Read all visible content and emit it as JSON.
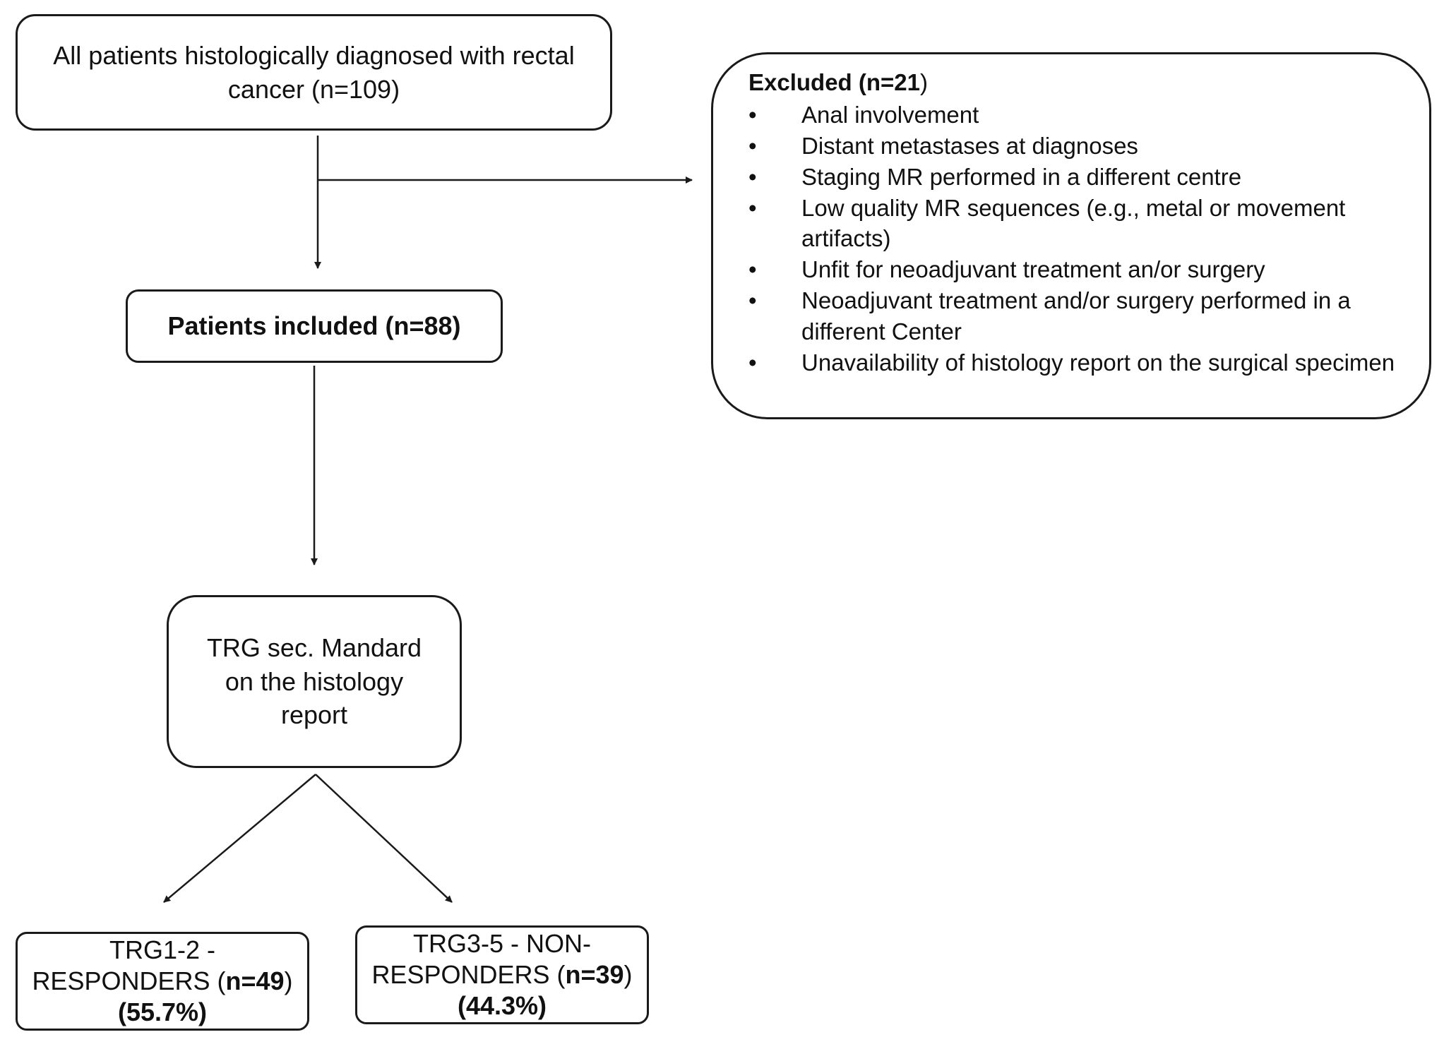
{
  "boxes": {
    "total": "All patients histologically diagnosed with rectal cancer (n=109)",
    "included": "Patients included (n=88)",
    "trg": "TRG sec. Mandard on the histology report",
    "responders": {
      "label": "TRG1-2 - RESPONDERS (",
      "n": "n=49",
      "close": ")",
      "pct": "(55.7%)"
    },
    "non_responders": {
      "label": "TRG3-5 - NON-RESPONDERS (",
      "n": "n=39",
      "close": ")",
      "pct": "(44.3%)"
    }
  },
  "excluded": {
    "title": "Excluded (n=21",
    "title_close": ")",
    "items": [
      "Anal involvement",
      "Distant metastases at diagnoses",
      "Staging MR performed in a different centre",
      "Low quality MR sequences (e.g., metal or movement artifacts)",
      "Unfit for neoadjuvant treatment an/or surgery",
      "Neoadjuvant treatment and/or surgery performed in a different Center",
      "Unavailability of histology report on the surgical specimen"
    ]
  },
  "colors": {
    "stroke": "#1a1a1a",
    "background": "#ffffff"
  }
}
